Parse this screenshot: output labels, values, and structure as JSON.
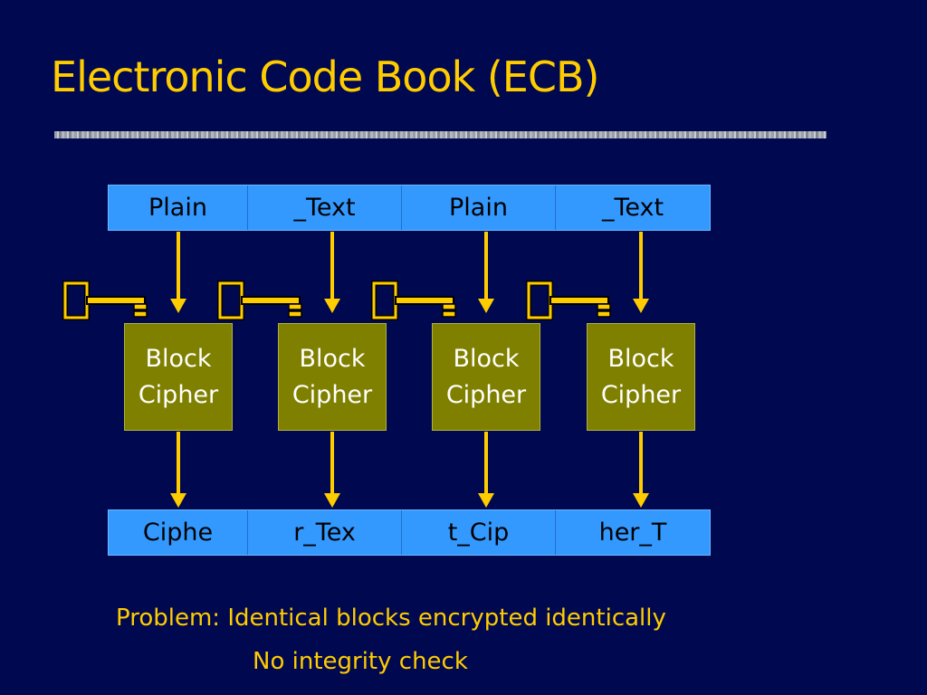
{
  "title": "Electronic Code Book (ECB)",
  "plaintext_cells": [
    "Plain",
    "_Text",
    "Plain",
    "_Text"
  ],
  "cipher_blocks": [
    {
      "line1": "Block",
      "line2": "Cipher"
    },
    {
      "line1": "Block",
      "line2": "Cipher"
    },
    {
      "line1": "Block",
      "line2": "Cipher"
    },
    {
      "line1": "Block",
      "line2": "Cipher"
    }
  ],
  "ciphertext_cells": [
    "Ciphe",
    "r_Tex",
    "t_Cip",
    "her_T"
  ],
  "captions": {
    "problem": "Problem: Identical blocks encrypted identically",
    "integrity": "No integrity check"
  },
  "colors": {
    "background": "#00084f",
    "accent": "#ffcc00",
    "block_fill": "#3399ff",
    "cipher_fill": "#808000"
  }
}
